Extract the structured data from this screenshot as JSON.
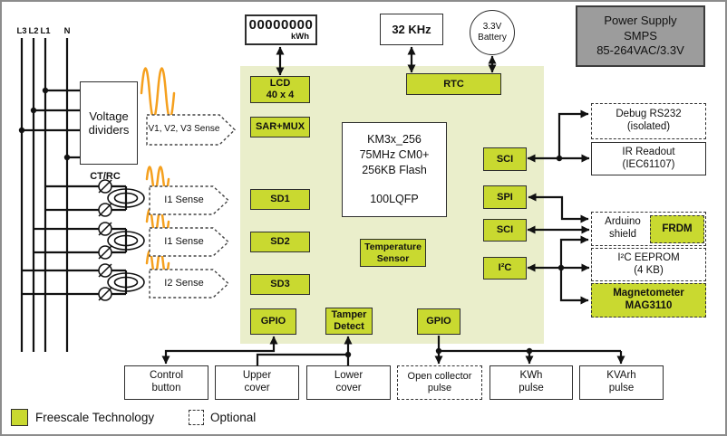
{
  "colors": {
    "freescale_green": "#c9d930",
    "panel_green": "#eaeecb",
    "smps_gray": "#9c9c9c",
    "wire_black": "#111111",
    "wave_orange": "#f5a01e"
  },
  "top": {
    "kwh_value": "00000000",
    "kwh_unit": "kWh",
    "crystal": "32 KHz",
    "battery1": "3.3V",
    "battery2": "Battery",
    "smps1": "Power Supply",
    "smps2": "SMPS",
    "smps3": "85-264VAC/3.3V"
  },
  "left": {
    "l3": "L3",
    "l2": "L2",
    "l1": "L1",
    "n": "N",
    "vd1": "Voltage",
    "vd2": "dividers",
    "ct": "CT/RC",
    "vsense": "V1, V2, V3 Sense",
    "isense1": "I1 Sense",
    "isense2": "I1 Sense",
    "isense3": "I2 Sense"
  },
  "mcu": {
    "lcd1": "LCD",
    "lcd2": "40 x 4",
    "sar": "SAR+MUX",
    "rtc": "RTC",
    "chip1": "KM3x_256",
    "chip2": "75MHz CM0+",
    "chip3": "256KB Flash",
    "chip4": "100LQFP",
    "sd1": "SD1",
    "sd2": "SD2",
    "sd3": "SD3",
    "temp1": "Temperature",
    "temp2": "Sensor",
    "gpio_left": "GPIO",
    "tamper1": "Tamper",
    "tamper2": "Detect",
    "gpio_right": "GPIO",
    "sci1": "SCI",
    "spi": "SPI",
    "sci2": "SCI",
    "i2c": "I²C"
  },
  "right": {
    "debug1": "Debug RS232",
    "debug2": "(isolated)",
    "ir1": "IR Readout",
    "ir2": "(IEC61107)",
    "arduino1": "Arduino",
    "arduino2": "shield",
    "frdm": "FRDM",
    "eeprom1": "I²C EEPROM",
    "eeprom2": "(4 KB)",
    "mag1": "Magnetometer",
    "mag2": "MAG3110"
  },
  "bottom": {
    "control1": "Control",
    "control2": "button",
    "upper1": "Upper",
    "upper2": "cover",
    "lower1": "Lower",
    "lower2": "cover",
    "oc1": "Open collector",
    "oc2": "pulse",
    "kwh1": "KWh",
    "kwh2": "pulse",
    "kvarh1": "KVArh",
    "kvarh2": "pulse"
  },
  "legend": {
    "freescale": "Freescale Technology",
    "optional": "Optional"
  }
}
